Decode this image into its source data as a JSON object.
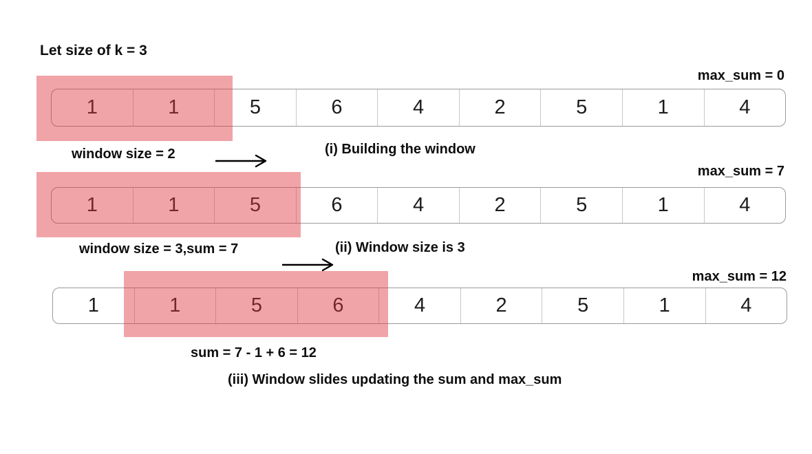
{
  "title": "Let size of k = 3",
  "colors": {
    "background": "#FFFFFF",
    "highlight_pink": "#F0A4A8",
    "highlighted_digit": "#722A2D",
    "cell_border_outer": "#9A9A9A",
    "cell_border_inner": "#C7C7C7",
    "text": "#0E0E0E",
    "arrow": "#000000"
  },
  "array_values": [
    "1",
    "1",
    "5",
    "6",
    "4",
    "2",
    "5",
    "1",
    "4"
  ],
  "steps": [
    {
      "max_sum": "max_sum = 0",
      "caption": "window size = 2",
      "label": "(i) Building the window",
      "cells": [
        "1",
        "1",
        "5",
        "6",
        "4",
        "2",
        "5",
        "1",
        "4"
      ],
      "window": {
        "start_index": 0,
        "size": 2
      }
    },
    {
      "max_sum": "max_sum = 7",
      "caption": "window size = 3,sum = 7",
      "label": "(ii) Window size is 3",
      "cells": [
        "1",
        "1",
        "5",
        "6",
        "4",
        "2",
        "5",
        "1",
        "4"
      ],
      "window": {
        "start_index": 0,
        "size": 3
      }
    },
    {
      "max_sum": "max_sum = 12",
      "caption": "sum = 7 - 1 + 6 = 12",
      "label": "(iii) Window slides updating the sum and max_sum",
      "cells": [
        "1",
        "1",
        "5",
        "6",
        "4",
        "2",
        "5",
        "1",
        "4"
      ],
      "window": {
        "start_index": 1,
        "size": 3
      }
    }
  ]
}
